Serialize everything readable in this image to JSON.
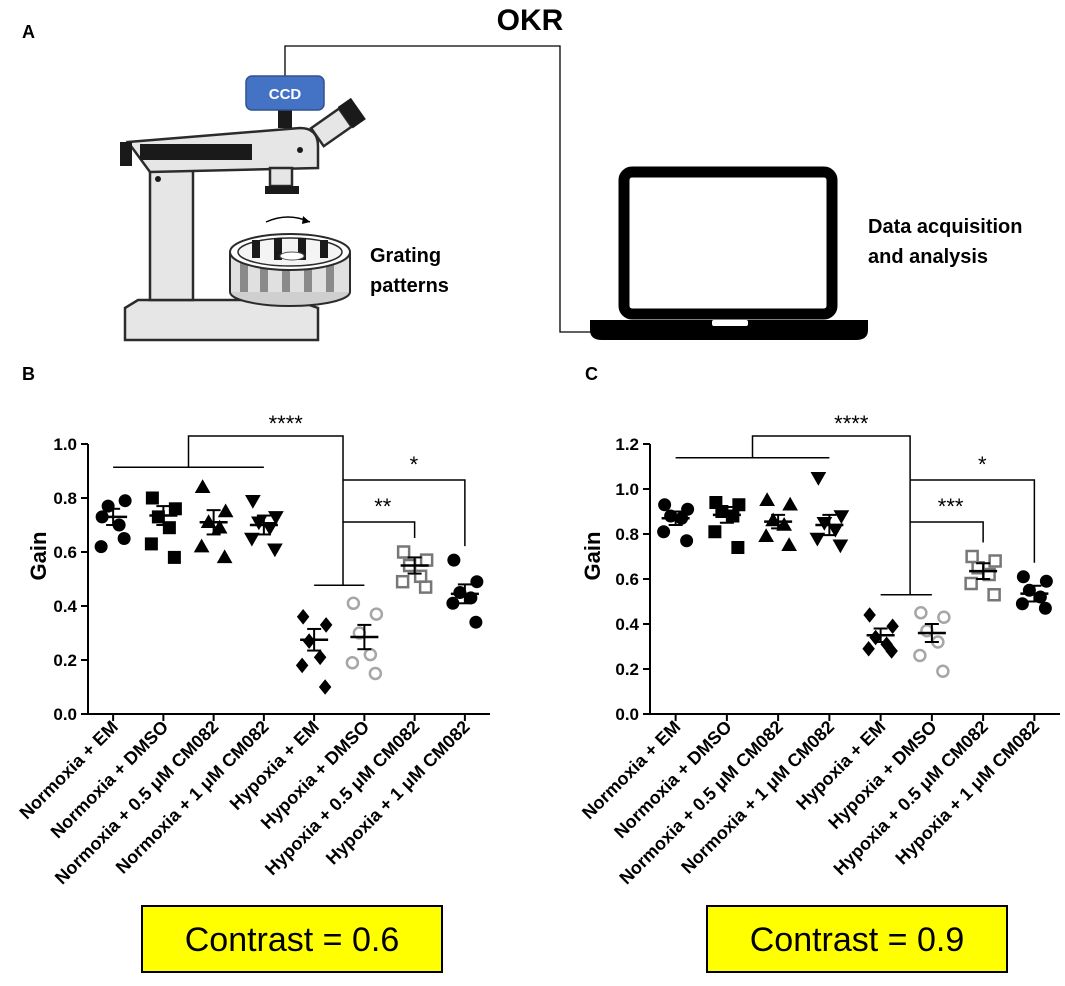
{
  "panel_a": {
    "letter": "A",
    "title": "OKR",
    "camera_label": "CCD",
    "grating_label": [
      "Grating",
      "patterns"
    ],
    "computer_label": [
      "Data acquisition",
      "and analysis"
    ]
  },
  "colors": {
    "ccd_blue": "#4472c4",
    "microscope_body": "#e6e6e6",
    "black": "#000000",
    "hollow_gray": "#a6a6a6",
    "square_gray": "#777777",
    "contrast_box_fill": "#ffff00"
  },
  "chart_data": [
    {
      "type": "scatter",
      "panel": "B",
      "ylabel": "Gain",
      "ylim": [
        0,
        1.0
      ],
      "yticks": [
        "0.0",
        "0.2",
        "0.4",
        "0.6",
        "0.8",
        "1.0"
      ],
      "categories": [
        "Normoxia + EM",
        "Normoxia + DMSO",
        "Normoxia + 0.5 μM CM082",
        "Normoxia + 1 μM CM082",
        "Hypoxia + EM",
        "Hypoxia + DMSO",
        "Hypoxia + 0.5 μM CM082",
        "Hypoxia + 1 μM CM082"
      ],
      "series": [
        {
          "marker": "circle",
          "color": "#000000",
          "values": [
            0.73,
            0.79,
            0.77,
            0.7,
            0.62,
            0.65
          ],
          "mean": 0.73,
          "sem": 0.03
        },
        {
          "marker": "square",
          "color": "#000000",
          "values": [
            0.8,
            0.76,
            0.73,
            0.69,
            0.63,
            0.58
          ],
          "mean": 0.735,
          "sem": 0.035
        },
        {
          "marker": "triangle",
          "color": "#000000",
          "values": [
            0.84,
            0.75,
            0.71,
            0.69,
            0.62,
            0.58
          ],
          "mean": 0.71,
          "sem": 0.045
        },
        {
          "marker": "triangle-down",
          "color": "#000000",
          "values": [
            0.79,
            0.73,
            0.71,
            0.69,
            0.65,
            0.61
          ],
          "mean": 0.7,
          "sem": 0.035
        },
        {
          "marker": "diamond",
          "color": "#000000",
          "values": [
            0.36,
            0.33,
            0.27,
            0.21,
            0.18,
            0.1
          ],
          "mean": 0.275,
          "sem": 0.04
        },
        {
          "marker": "circle-open",
          "color": "#a6a6a6",
          "values": [
            0.41,
            0.37,
            0.3,
            0.22,
            0.19,
            0.15
          ],
          "mean": 0.285,
          "sem": 0.045
        },
        {
          "marker": "square-open",
          "color": "#777777",
          "values": [
            0.6,
            0.57,
            0.55,
            0.51,
            0.49,
            0.47
          ],
          "mean": 0.55,
          "sem": 0.03
        },
        {
          "marker": "circle",
          "color": "#000000",
          "values": [
            0.57,
            0.49,
            0.45,
            0.43,
            0.41,
            0.34
          ],
          "mean": 0.445,
          "sem": 0.035
        }
      ],
      "significance": [
        {
          "label": "****",
          "from_group": [
            0,
            3
          ],
          "to_group": [
            4,
            5
          ]
        },
        {
          "label": "**",
          "from_group": [
            4,
            5
          ],
          "to": 6
        },
        {
          "label": "*",
          "from_group": [
            4,
            5
          ],
          "to": 7
        }
      ],
      "contrast_label": "Contrast = 0.6"
    },
    {
      "type": "scatter",
      "panel": "C",
      "ylabel": "Gain",
      "ylim": [
        0,
        1.2
      ],
      "yticks": [
        "0.0",
        "0.2",
        "0.4",
        "0.6",
        "0.8",
        "1.0",
        "1.2"
      ],
      "categories": [
        "Normoxia + EM",
        "Normoxia + DMSO",
        "Normoxia + 0.5 μM CM082",
        "Normoxia + 1 μM CM082",
        "Hypoxia + EM",
        "Hypoxia + DMSO",
        "Hypoxia + 0.5 μM CM082",
        "Hypoxia + 1 μM CM082"
      ],
      "series": [
        {
          "marker": "circle",
          "color": "#000000",
          "values": [
            0.93,
            0.91,
            0.88,
            0.87,
            0.81,
            0.77
          ],
          "mean": 0.87,
          "sem": 0.03
        },
        {
          "marker": "square",
          "color": "#000000",
          "values": [
            0.94,
            0.93,
            0.9,
            0.88,
            0.81,
            0.74
          ],
          "mean": 0.885,
          "sem": 0.035
        },
        {
          "marker": "triangle",
          "color": "#000000",
          "values": [
            0.95,
            0.93,
            0.86,
            0.84,
            0.79,
            0.75
          ],
          "mean": 0.855,
          "sem": 0.03
        },
        {
          "marker": "triangle-down",
          "color": "#000000",
          "values": [
            1.05,
            0.88,
            0.85,
            0.82,
            0.78,
            0.75
          ],
          "mean": 0.84,
          "sem": 0.045
        },
        {
          "marker": "diamond",
          "color": "#000000",
          "values": [
            0.44,
            0.39,
            0.34,
            0.31,
            0.29,
            0.28
          ],
          "mean": 0.35,
          "sem": 0.03
        },
        {
          "marker": "circle-open",
          "color": "#a6a6a6",
          "values": [
            0.45,
            0.43,
            0.37,
            0.32,
            0.26,
            0.19
          ],
          "mean": 0.36,
          "sem": 0.04
        },
        {
          "marker": "square-open",
          "color": "#777777",
          "values": [
            0.7,
            0.68,
            0.65,
            0.62,
            0.58,
            0.53
          ],
          "mean": 0.635,
          "sem": 0.035
        },
        {
          "marker": "circle",
          "color": "#000000",
          "values": [
            0.61,
            0.59,
            0.55,
            0.52,
            0.49,
            0.47
          ],
          "mean": 0.535,
          "sem": 0.035
        }
      ],
      "significance": [
        {
          "label": "****",
          "from_group": [
            0,
            3
          ],
          "to_group": [
            4,
            5
          ]
        },
        {
          "label": "***",
          "from_group": [
            4,
            5
          ],
          "to": 6
        },
        {
          "label": "*",
          "from_group": [
            4,
            5
          ],
          "to": 7
        }
      ],
      "contrast_label": "Contrast = 0.9"
    }
  ]
}
